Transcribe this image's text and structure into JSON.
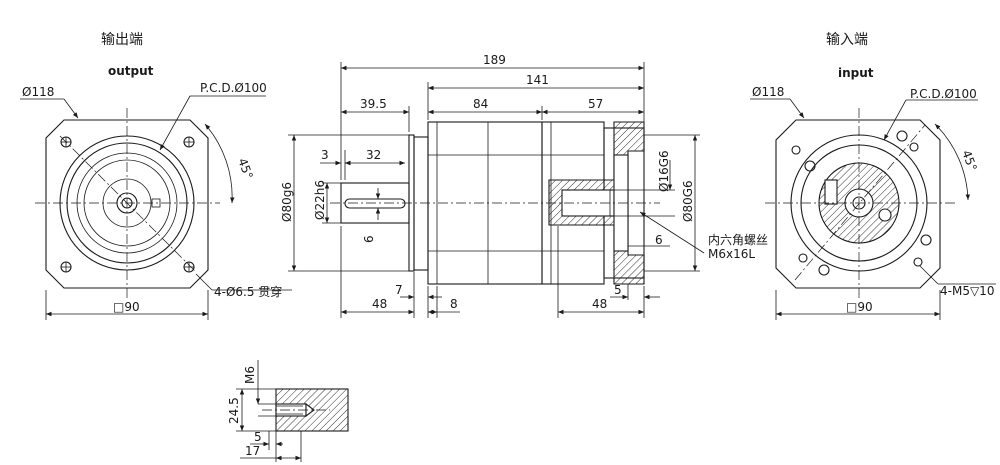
{
  "headings": {
    "output_cn": "输出端",
    "output_en": "output",
    "input_cn": "输入端",
    "input_en": "input"
  },
  "left_view": {
    "dia118": "Ø118",
    "pcd": "P.C.D.Ø100",
    "angle": "45°",
    "holes": "4-Ø6.5 贯穿",
    "square": "□90"
  },
  "side_view": {
    "len189": "189",
    "len141": "141",
    "len39_5": "39.5",
    "len84": "84",
    "len57": "57",
    "len3": "3",
    "len32": "32",
    "key6": "6",
    "dia80_left": "Ø80g6",
    "dia22": "Ø22h6",
    "dia16": "Ø16G6",
    "dia80_right": "Ø80G6",
    "bore6": "6",
    "screw_cn": "内六角螺丝",
    "screw_spec": "M6x16L",
    "len7": "7",
    "len48_left": "48",
    "len8": "8",
    "len5": "5",
    "len48_right": "48"
  },
  "right_view": {
    "dia118": "Ø118",
    "pcd": "P.C.D.Ø100",
    "angle": "45°",
    "tapped": "4-M5▽10",
    "square": "□90"
  },
  "detail": {
    "m6": "M6",
    "depth": "24.5",
    "len5": "5",
    "len17": "17"
  }
}
